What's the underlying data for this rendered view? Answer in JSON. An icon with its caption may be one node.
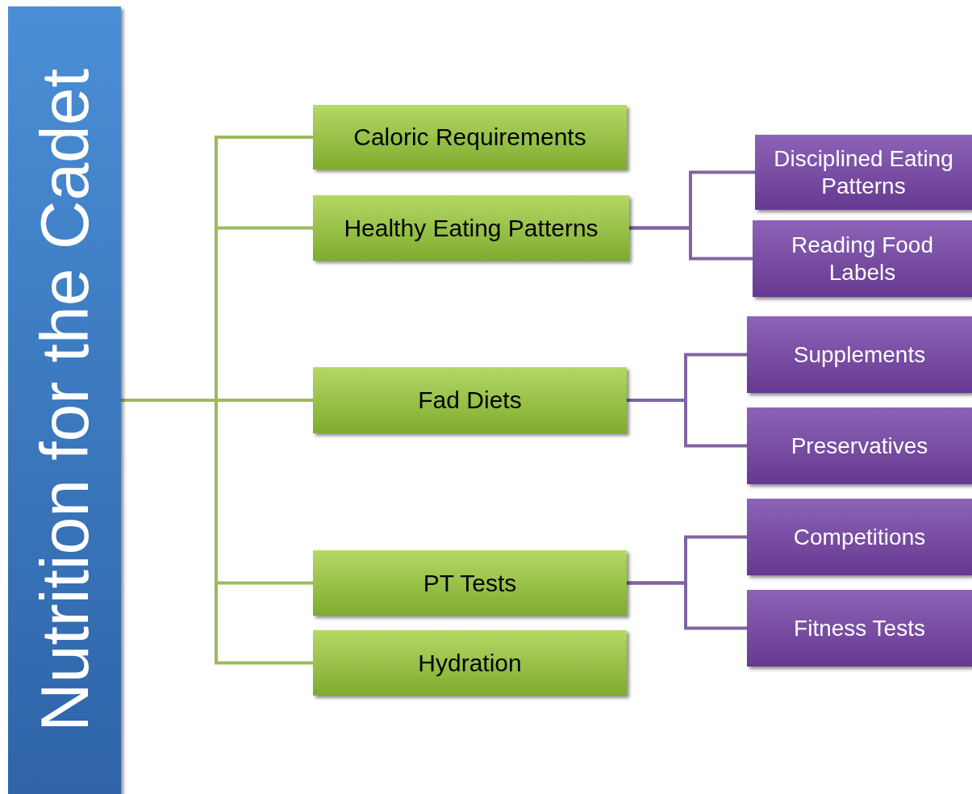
{
  "diagram": {
    "nodes": [
      {
        "text": [
          "Nutrition for the Cadet"
        ]
      },
      {
        "text": [
          "Caloric Requirements"
        ]
      },
      {
        "text": [
          "Healthy Eating Patterns"
        ]
      },
      {
        "text": [
          "Fad Diets"
        ]
      },
      {
        "text": [
          "PT Tests"
        ]
      },
      {
        "text": [
          "Hydration"
        ]
      },
      {
        "text": [
          "Disciplined Eating Patterns"
        ]
      },
      {
        "text": [
          "Reading Food Labels"
        ]
      },
      {
        "text": [
          "Supplements"
        ]
      },
      {
        "text": [
          "Preservatives"
        ]
      },
      {
        "text": [
          "Competitions"
        ]
      },
      {
        "text": [
          "Fitness Tests"
        ]
      }
    ],
    "edges": [
      {
        "from": 0,
        "to": 1,
        "arrow": "none"
      },
      {
        "from": 0,
        "to": 2,
        "arrow": "none"
      },
      {
        "from": 0,
        "to": 3,
        "arrow": "none"
      },
      {
        "from": 0,
        "to": 4,
        "arrow": "none"
      },
      {
        "from": 0,
        "to": 5,
        "arrow": "none"
      },
      {
        "from": 2,
        "to": 6,
        "arrow": "none"
      },
      {
        "from": 2,
        "to": 7,
        "arrow": "none"
      },
      {
        "from": 3,
        "to": 8,
        "arrow": "none"
      },
      {
        "from": 3,
        "to": 9,
        "arrow": "none"
      },
      {
        "from": 4,
        "to": 10,
        "arrow": "none"
      },
      {
        "from": 4,
        "to": 11,
        "arrow": "none"
      }
    ]
  }
}
